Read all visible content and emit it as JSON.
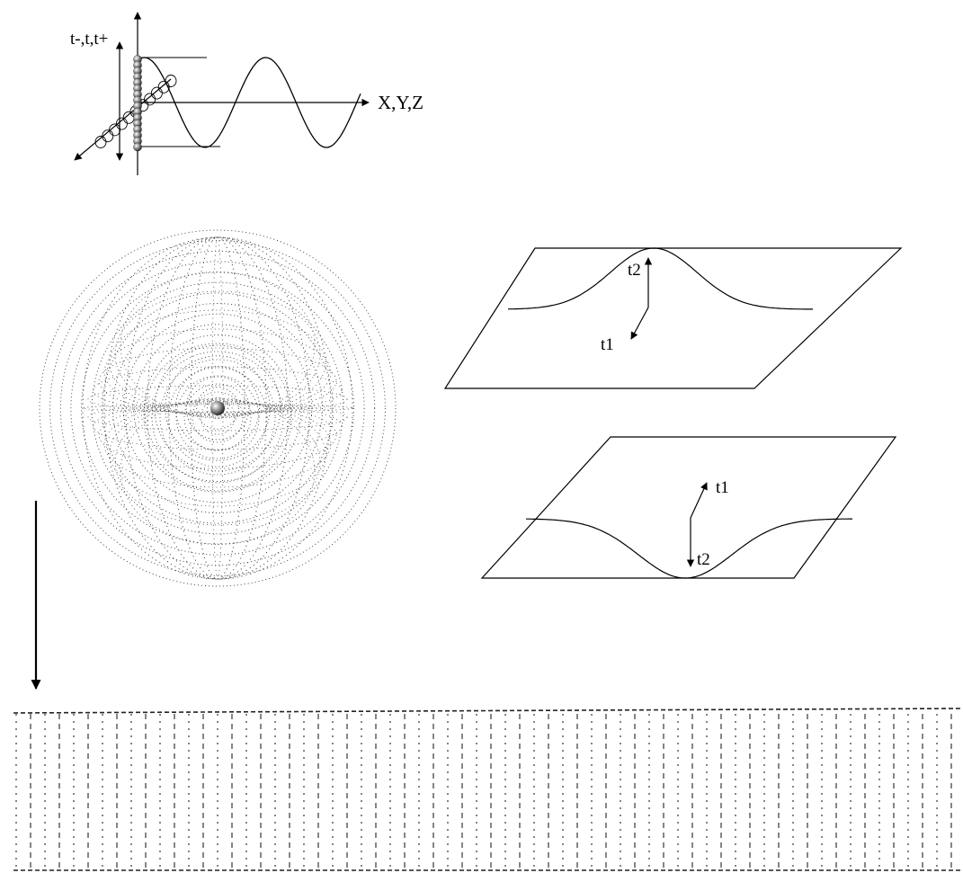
{
  "labels": {
    "time_axis": "t-,t,t+",
    "space_axis": "X,Y,Z",
    "upper_surface_t1": "t1",
    "upper_surface_t2": "t2",
    "lower_surface_t1": "t1",
    "lower_surface_t2": "t2"
  },
  "colors": {
    "ink": "#000000",
    "background": "#ffffff",
    "sphere_dots": "#333333"
  }
}
